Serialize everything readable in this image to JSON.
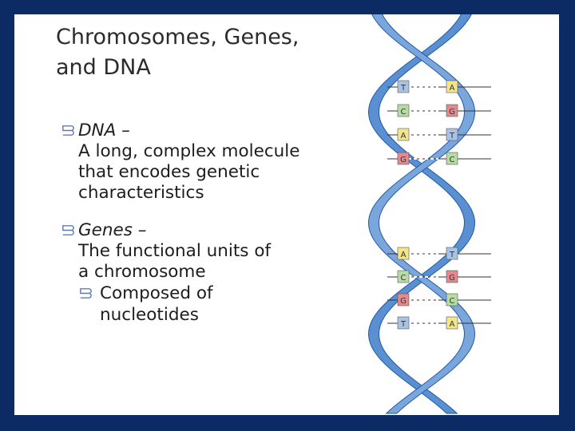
{
  "slide": {
    "title_line1": "Chromosomes, Genes,",
    "title_line2": "and DNA",
    "bullets": [
      {
        "term": "DNA –",
        "description": "A long, complex molecule that encodes genetic characteristics"
      },
      {
        "term": "Genes –",
        "description": "The functional units of a chromosome",
        "sub": "Composed of nucleotides"
      }
    ]
  },
  "diagram": {
    "base_pairs_top": [
      [
        "T",
        "A"
      ],
      [
        "C",
        "G"
      ],
      [
        "A",
        "T"
      ],
      [
        "G",
        "C"
      ]
    ],
    "base_pairs_bottom": [
      [
        "A",
        "T"
      ],
      [
        "C",
        "G"
      ],
      [
        "G",
        "C"
      ],
      [
        "T",
        "A"
      ]
    ],
    "colors": {
      "A": "#f2e58a",
      "T": "#a9c3e6",
      "C": "#b5dca3",
      "G": "#e48a8f",
      "strand": "#5a8fd1",
      "strand_dark": "#1f5aa8",
      "background": "#0c2a63"
    }
  }
}
